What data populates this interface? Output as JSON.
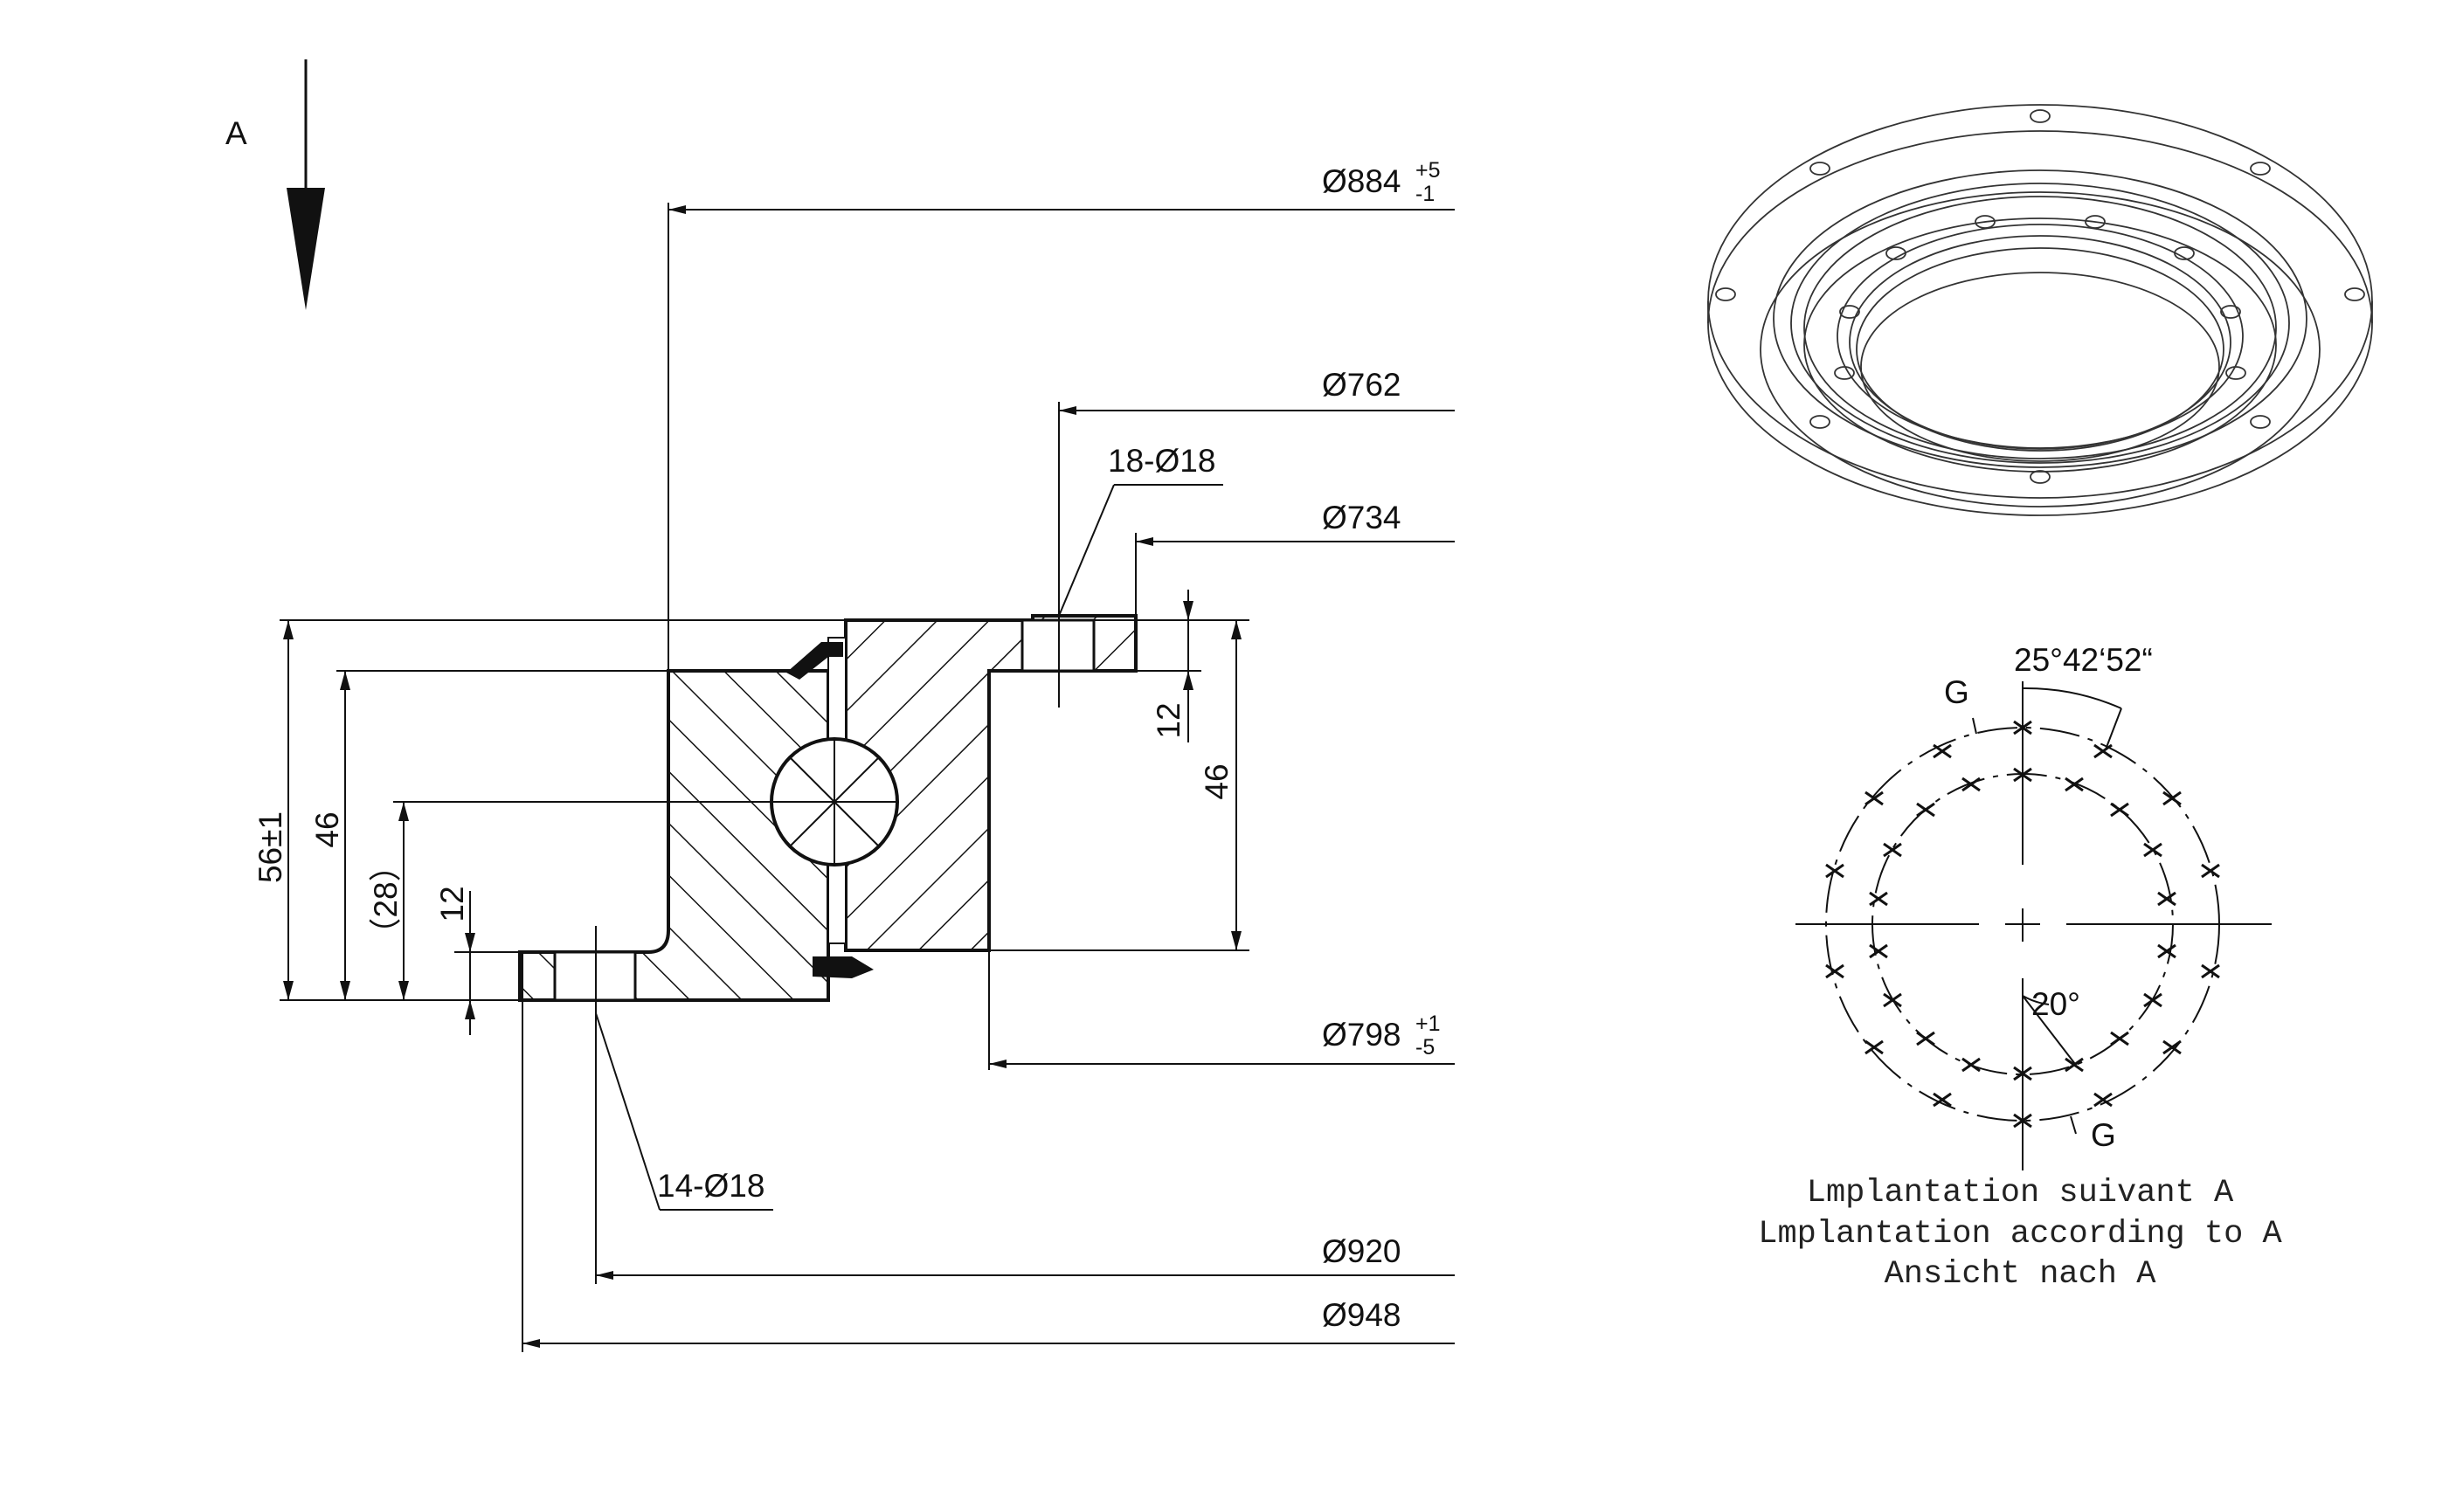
{
  "view_label": "A",
  "dimensions": {
    "d884": "Ø884",
    "d884_tol_upper": "+5",
    "d884_tol_lower": "-1",
    "d762": "Ø762",
    "holes_top": "18-Ø18",
    "d734": "Ø734",
    "d798": "Ø798",
    "d798_tol_upper": "+1",
    "d798_tol_lower": "-5",
    "holes_bottom": "14-Ø18",
    "d920": "Ø920",
    "d948": "Ø948",
    "h_total": "56±1",
    "h_inner": "46",
    "h_ref": "（28）",
    "h_flange_left": "12",
    "h_flange_right": "12",
    "h_outer": "46"
  },
  "layout_view": {
    "angle_outer": "25°42‘52“",
    "angle_inner": "20°",
    "g_top": "G",
    "g_bottom": "G",
    "caption_fr": "Lmplantation suivant A",
    "caption_en": "Lmplantation according to A",
    "caption_de": "Ansicht nach A"
  }
}
